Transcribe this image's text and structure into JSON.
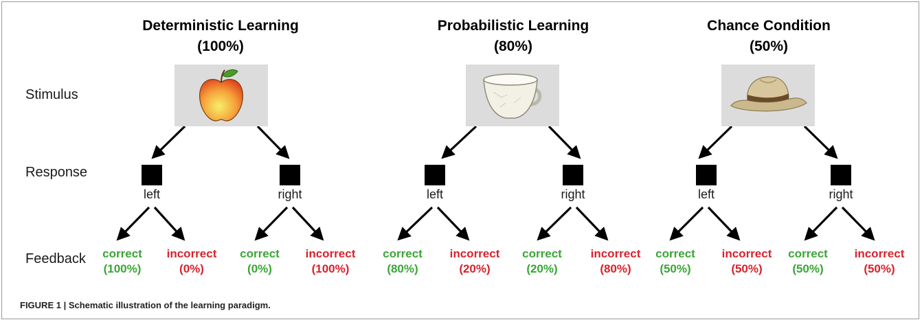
{
  "rows": {
    "stimulus": "Stimulus",
    "response": "Response",
    "feedback": "Feedback"
  },
  "conditions": [
    {
      "title": "Deterministic Learning",
      "percent": "(100%)",
      "stimulus_icon": "apple-icon",
      "responses": [
        {
          "label": "left",
          "feedback": [
            {
              "text": "correct",
              "pct": "(100%)"
            },
            {
              "text": "incorrect",
              "pct": "(0%)"
            }
          ]
        },
        {
          "label": "right",
          "feedback": [
            {
              "text": "correct",
              "pct": "(0%)"
            },
            {
              "text": "incorrect",
              "pct": "(100%)"
            }
          ]
        }
      ]
    },
    {
      "title": "Probabilistic Learning",
      "percent": "(80%)",
      "stimulus_icon": "cup-icon",
      "responses": [
        {
          "label": "left",
          "feedback": [
            {
              "text": "correct",
              "pct": "(80%)"
            },
            {
              "text": "incorrect",
              "pct": "(20%)"
            }
          ]
        },
        {
          "label": "right",
          "feedback": [
            {
              "text": "correct",
              "pct": "(20%)"
            },
            {
              "text": "incorrect",
              "pct": "(80%)"
            }
          ]
        }
      ]
    },
    {
      "title": "Chance Condition",
      "percent": "(50%)",
      "stimulus_icon": "hat-icon",
      "responses": [
        {
          "label": "left",
          "feedback": [
            {
              "text": "correct",
              "pct": "(50%)"
            },
            {
              "text": "incorrect",
              "pct": "(50%)"
            }
          ]
        },
        {
          "label": "right",
          "feedback": [
            {
              "text": "correct",
              "pct": "(50%)"
            },
            {
              "text": "incorrect",
              "pct": "(50%)"
            }
          ]
        }
      ]
    }
  ],
  "caption": "FIGURE 1 | Schematic illustration of the learning paradigm.",
  "colors": {
    "correct": "#3aa536",
    "incorrect": "#d8222b",
    "stimulus_bg": "#dcdcdc"
  }
}
